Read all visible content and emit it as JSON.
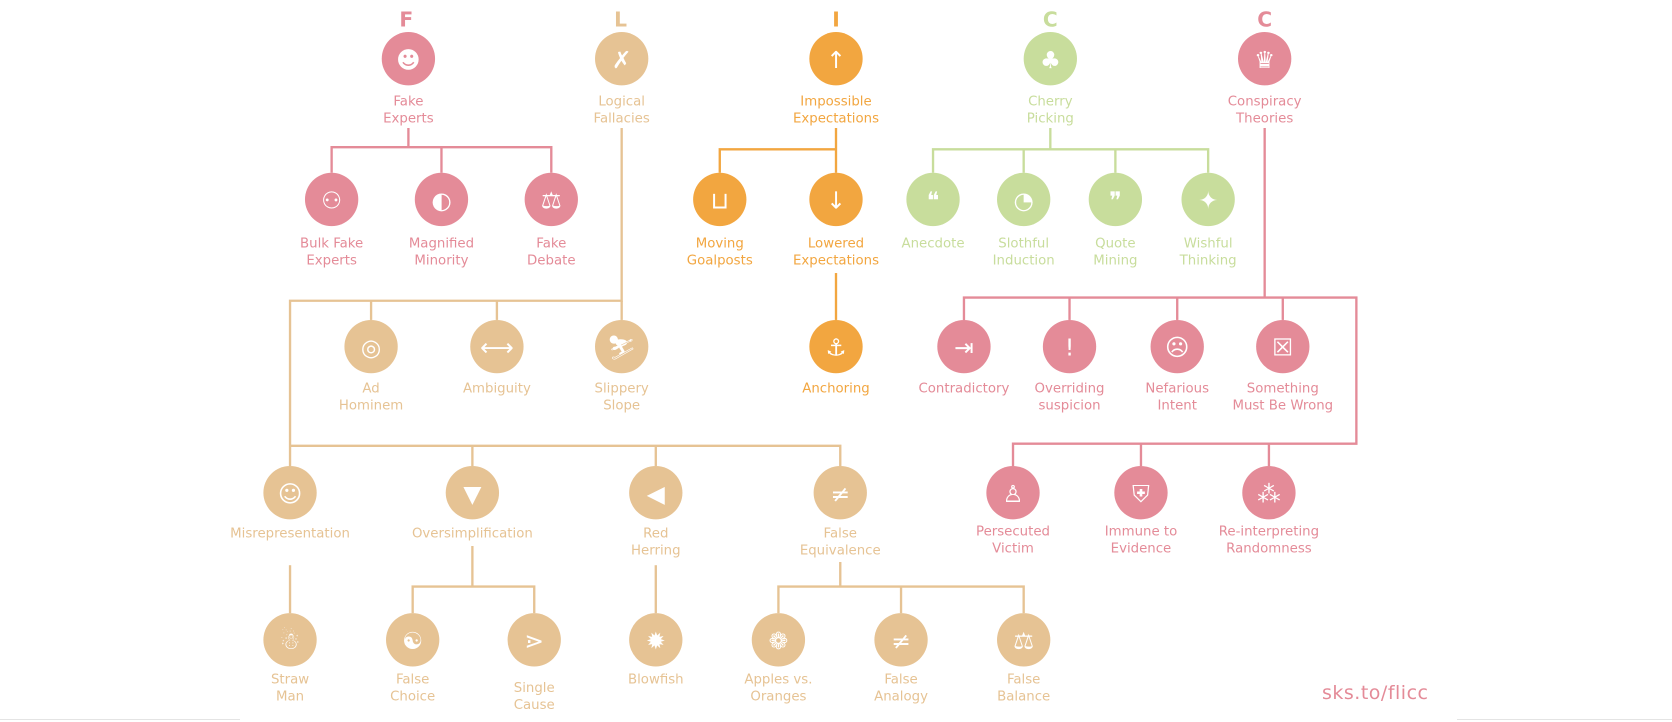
{
  "colors": {
    "pink": "#e48b98",
    "tan": "#e6c394",
    "orange": "#f2a640",
    "green": "#c8dd9c"
  },
  "letters": [
    "F",
    "L",
    "I",
    "C",
    "C"
  ],
  "nodes": {
    "fake_experts": {
      "lines": [
        "Fake",
        "Experts"
      ],
      "color": "pink",
      "icon": "profile-icon"
    },
    "bulk_fake_experts": {
      "lines": [
        "Bulk Fake",
        "Experts"
      ],
      "color": "pink",
      "icon": "crowd-icon"
    },
    "magnified_minority": {
      "lines": [
        "Magnified",
        "Minority"
      ],
      "color": "pink",
      "icon": "faces-icon"
    },
    "fake_debate": {
      "lines": [
        "Fake",
        "Debate"
      ],
      "color": "pink",
      "icon": "scales-icon"
    },
    "logical_fallacies": {
      "lines": [
        "Logical",
        "Fallacies"
      ],
      "color": "tan",
      "icon": "speech-x-icon"
    },
    "ad_hominem": {
      "lines": [
        "Ad",
        "Hominem"
      ],
      "color": "tan",
      "icon": "target-head-icon"
    },
    "ambiguity": {
      "lines": [
        "Ambiguity"
      ],
      "color": "tan",
      "icon": "double-arrow-icon"
    },
    "slippery_slope": {
      "lines": [
        "Slippery",
        "Slope"
      ],
      "color": "tan",
      "icon": "slope-icon"
    },
    "misrepresentation": {
      "lines": [
        "Misrepresentation"
      ],
      "color": "tan",
      "icon": "mask-icon"
    },
    "oversimplification": {
      "lines": [
        "Oversimplification"
      ],
      "color": "tan",
      "icon": "funnel-icon"
    },
    "red_herring": {
      "lines": [
        "Red",
        "Herring"
      ],
      "color": "tan",
      "icon": "fish-icon"
    },
    "false_equivalence": {
      "lines": [
        "False",
        "Equivalence"
      ],
      "color": "tan",
      "icon": "not-equal-icon"
    },
    "straw_man": {
      "lines": [
        "Straw",
        "Man"
      ],
      "color": "tan",
      "icon": "scarecrow-icon"
    },
    "false_choice": {
      "lines": [
        "False",
        "Choice"
      ],
      "color": "tan",
      "icon": "yin-yang-icon"
    },
    "single_cause": {
      "lines": [
        "Single",
        "Cause"
      ],
      "color": "tan",
      "icon": "abc-arrows-icon"
    },
    "blowfish": {
      "lines": [
        "Blowfish"
      ],
      "color": "tan",
      "icon": "blowfish-icon"
    },
    "apples_oranges": {
      "lines": [
        "Apples vs.",
        "Oranges"
      ],
      "color": "tan",
      "icon": "apple-orange-icon"
    },
    "false_analogy": {
      "lines": [
        "False",
        "Analogy"
      ],
      "color": "tan",
      "icon": "shapes-not-equal-icon"
    },
    "false_balance": {
      "lines": [
        "False",
        "Balance"
      ],
      "color": "tan",
      "icon": "scales-icon"
    },
    "impossible_expectations": {
      "lines": [
        "Impossible",
        "Expectations"
      ],
      "color": "orange",
      "icon": "raised-bar-icon"
    },
    "moving_goalposts": {
      "lines": [
        "Moving",
        "Goalposts"
      ],
      "color": "orange",
      "icon": "goalpost-icon"
    },
    "lowered_expectations": {
      "lines": [
        "Lowered",
        "Expectations"
      ],
      "color": "orange",
      "icon": "lowered-bar-icon"
    },
    "anchoring": {
      "lines": [
        "Anchoring"
      ],
      "color": "orange",
      "icon": "anchor-icon"
    },
    "cherry_picking": {
      "lines": [
        "Cherry",
        "Picking"
      ],
      "color": "green",
      "icon": "cherry-icon"
    },
    "anecdote": {
      "lines": [
        "Anecdote"
      ],
      "color": "green",
      "icon": "speech-quote-icon"
    },
    "slothful_induction": {
      "lines": [
        "Slothful",
        "Induction"
      ],
      "color": "green",
      "icon": "sloth-icon"
    },
    "quote_mining": {
      "lines": [
        "Quote",
        "Mining"
      ],
      "color": "green",
      "icon": "quote-icon"
    },
    "wishful_thinking": {
      "lines": [
        "Wishful",
        "Thinking"
      ],
      "color": "green",
      "icon": "magic-wand-icon"
    },
    "conspiracy_theories": {
      "lines": [
        "Conspiracy",
        "Theories"
      ],
      "color": "pink",
      "icon": "tinfoil-hat-icon"
    },
    "contradictory": {
      "lines": [
        "Contradictory"
      ],
      "color": "pink",
      "icon": "converging-arrows-icon"
    },
    "overriding_suspicion": {
      "lines": [
        "Overriding",
        "suspicion"
      ],
      "color": "pink",
      "icon": "magnifier-alert-icon"
    },
    "nefarious_intent": {
      "lines": [
        "Nefarious",
        "Intent"
      ],
      "color": "pink",
      "icon": "devil-icon"
    },
    "something_wrong": {
      "lines": [
        "Something",
        "Must Be Wrong"
      ],
      "color": "pink",
      "icon": "crossed-document-icon"
    },
    "persecuted_victim": {
      "lines": [
        "Persecuted",
        "Victim"
      ],
      "color": "pink",
      "icon": "kneeling-person-icon"
    },
    "immune_to_evidence": {
      "lines": [
        "Immune to",
        "Evidence"
      ],
      "color": "pink",
      "icon": "shield-icon"
    },
    "reinterpreting_randomness": {
      "lines": [
        "Re-interpreting",
        "Randomness"
      ],
      "color": "pink",
      "icon": "connected-dots-icon"
    }
  },
  "footer": {
    "link": "sks.to/flicc"
  }
}
